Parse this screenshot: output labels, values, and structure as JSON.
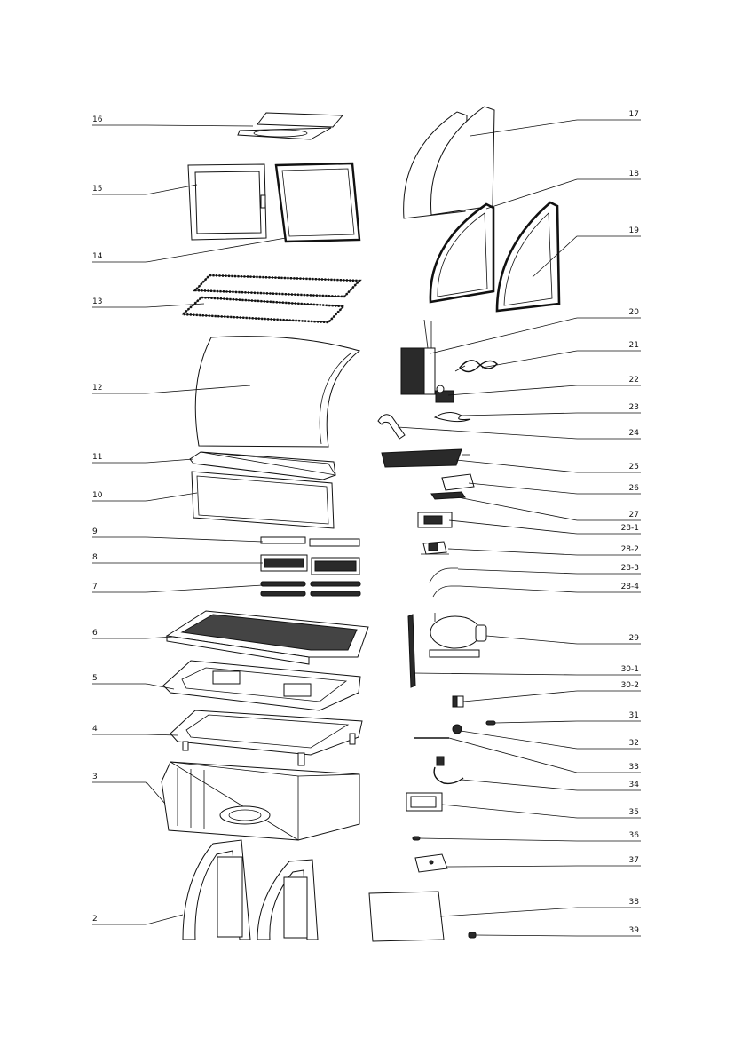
{
  "diagram": {
    "left_labels": [
      "16",
      "15",
      "14",
      "13",
      "12",
      "11",
      "10",
      "9",
      "8",
      "7",
      "6",
      "5",
      "4",
      "3",
      "2"
    ],
    "right_labels": [
      "17",
      "18",
      "19",
      "20",
      "21",
      "22",
      "23",
      "24",
      "25",
      "26",
      "27",
      "28-1",
      "28-2",
      "28-3",
      "28-4",
      "29",
      "30-1",
      "30-2",
      "31",
      "32",
      "33",
      "34",
      "35",
      "36",
      "37",
      "38",
      "39"
    ],
    "parts": [
      {
        "id": "16",
        "icon": "top-cover-icon"
      },
      {
        "id": "15",
        "icon": "door-frame-with-handle-icon"
      },
      {
        "id": "14",
        "icon": "door-gasket-icon"
      },
      {
        "id": "13",
        "icon": "wire-shelf-icon"
      },
      {
        "id": "12",
        "icon": "curved-glass-icon"
      },
      {
        "id": "11",
        "icon": "front-bar-icon"
      },
      {
        "id": "10",
        "icon": "front-glass-panel-icon"
      },
      {
        "id": "9",
        "icon": "bracket-strip-icon"
      },
      {
        "id": "8",
        "icon": "air-grille-icon"
      },
      {
        "id": "7",
        "icon": "clip-rail-icon"
      },
      {
        "id": "6",
        "icon": "grated-base-tray-icon"
      },
      {
        "id": "5",
        "icon": "base-frame-icon"
      },
      {
        "id": "4",
        "icon": "base-chassis-icon"
      },
      {
        "id": "3",
        "icon": "cabinet-liner-icon"
      },
      {
        "id": "2",
        "icon": "side-arch-frame-icon"
      },
      {
        "id": "17",
        "icon": "side-glass-icon"
      },
      {
        "id": "18",
        "icon": "side-gasket-icon"
      },
      {
        "id": "19",
        "icon": "side-frame-icon"
      },
      {
        "id": "20",
        "icon": "evaporator-icon"
      },
      {
        "id": "21",
        "icon": "wiring-harness-icon"
      },
      {
        "id": "22",
        "icon": "fan-motor-icon"
      },
      {
        "id": "23",
        "icon": "fan-blade-icon"
      },
      {
        "id": "24",
        "icon": "drain-pipe-icon"
      },
      {
        "id": "25",
        "icon": "condenser-icon"
      },
      {
        "id": "26",
        "icon": "control-box-icon"
      },
      {
        "id": "27",
        "icon": "mounting-plate-icon"
      },
      {
        "id": "28-1",
        "icon": "display-panel-icon"
      },
      {
        "id": "28-2",
        "icon": "controller-board-icon"
      },
      {
        "id": "28-3",
        "icon": "sensor-wire-icon"
      },
      {
        "id": "28-4",
        "icon": "sensor-wire-icon"
      },
      {
        "id": "29",
        "icon": "compressor-icon"
      },
      {
        "id": "30-1",
        "icon": "condenser-plate-icon"
      },
      {
        "id": "30-2",
        "icon": "relay-icon"
      },
      {
        "id": "31",
        "icon": "screw-icon"
      },
      {
        "id": "32",
        "icon": "grommet-icon"
      },
      {
        "id": "33",
        "icon": "rod-icon"
      },
      {
        "id": "34",
        "icon": "power-cord-icon"
      },
      {
        "id": "35",
        "icon": "thermostat-box-icon"
      },
      {
        "id": "36",
        "icon": "small-screw-icon"
      },
      {
        "id": "37",
        "icon": "cover-plate-icon"
      },
      {
        "id": "38",
        "icon": "back-panel-icon"
      },
      {
        "id": "39",
        "icon": "connector-icon"
      }
    ]
  }
}
